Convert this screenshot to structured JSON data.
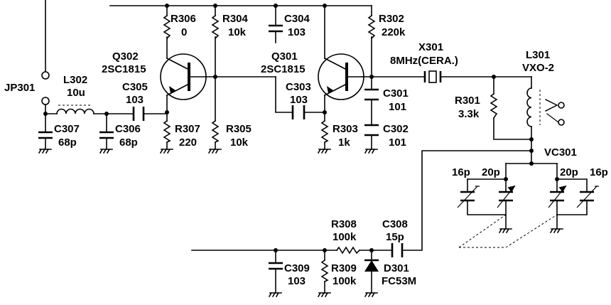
{
  "components": {
    "R306": {
      "ref": "R306",
      "value": "0"
    },
    "R304": {
      "ref": "R304",
      "value": "10k"
    },
    "C304": {
      "ref": "C304",
      "value": "103"
    },
    "R302": {
      "ref": "R302",
      "value": "220k"
    },
    "Q302": {
      "ref": "Q302",
      "value": "2SC1815"
    },
    "Q301": {
      "ref": "Q301",
      "value": "2SC1815"
    },
    "X301": {
      "ref": "X301",
      "value": "8MHz(CERA.)"
    },
    "L301": {
      "ref": "L301",
      "value": "VXO-2"
    },
    "JP301": {
      "ref": "JP301"
    },
    "L302": {
      "ref": "L302",
      "value": "10u"
    },
    "C305": {
      "ref": "C305",
      "value": "103"
    },
    "C303": {
      "ref": "C303",
      "value": "103"
    },
    "C301": {
      "ref": "C301",
      "value": "101"
    },
    "R301": {
      "ref": "R301",
      "value": "3.3k"
    },
    "C307": {
      "ref": "C307",
      "value": "68p"
    },
    "C306": {
      "ref": "C306",
      "value": "68p"
    },
    "R307": {
      "ref": "R307",
      "value": "220"
    },
    "R305": {
      "ref": "R305",
      "value": "10k"
    },
    "R303": {
      "ref": "R303",
      "value": "1k"
    },
    "C302": {
      "ref": "C302",
      "value": "101"
    },
    "VC301": {
      "ref": "VC301",
      "sections": [
        "16p",
        "20p",
        "20p",
        "16p"
      ]
    },
    "R308": {
      "ref": "R308",
      "value": "100k"
    },
    "C308": {
      "ref": "C308",
      "value": "15p"
    },
    "C309": {
      "ref": "C309",
      "value": "103"
    },
    "R309": {
      "ref": "R309",
      "value": "100k"
    },
    "D301": {
      "ref": "D301",
      "value": "FC53M"
    }
  }
}
